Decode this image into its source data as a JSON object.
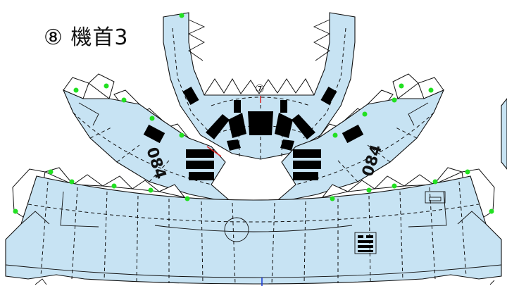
{
  "page": {
    "title": "⑧ 機首3"
  },
  "upper_part": {
    "part_number": "⑦"
  },
  "left_wing": {
    "marking": "084"
  },
  "right_wing": {
    "marking": "084"
  },
  "colors": {
    "part_fill": "#c7e3f3",
    "outline": "#111111",
    "glue_dot": "#22e022",
    "fold_red": "#e02020",
    "guide_blue": "#1f3fd8"
  }
}
